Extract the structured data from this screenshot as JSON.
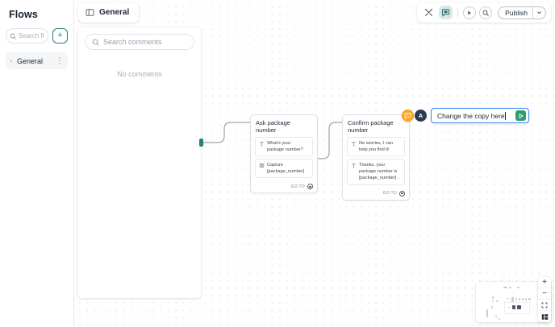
{
  "sidebar": {
    "title": "Flows",
    "search_placeholder": "Search flo",
    "add_label": "+",
    "items": [
      {
        "label": "General",
        "chevron": "›",
        "menu": "⋮"
      }
    ]
  },
  "flow_tab": {
    "label": "General",
    "icon": "panel-icon"
  },
  "toolbar": {
    "tools_icon": "tools-icon",
    "comments_icon": "comment-icon",
    "play_icon": "play-icon",
    "search_icon": "search-icon",
    "publish_label": "Publish",
    "publish_caret": "˅"
  },
  "comments_panel": {
    "search_placeholder": "Search comments",
    "empty_text": "No comments"
  },
  "nodes": [
    {
      "title": "Ask package number",
      "cards": [
        {
          "icon": "text-icon",
          "text": "What's your package number?"
        },
        {
          "icon": "capture-icon",
          "text": "Capture [package_number]"
        }
      ],
      "footer_label": "GO TO"
    },
    {
      "title": "Confirm package number",
      "badge": "comment-add-icon",
      "cards": [
        {
          "icon": "text-icon",
          "text": "No worries, I can help you find it!"
        },
        {
          "icon": "text-icon",
          "text": "Thanks, your package number is [package_number] ."
        }
      ],
      "footer_label": "GO TO"
    }
  ],
  "composer": {
    "avatar_initial": "A",
    "value": "Change the copy here",
    "send_icon": "send-icon"
  },
  "minimap": {
    "zoom_in": "+",
    "zoom_out": "−",
    "fit_icon": "fit-screen-icon",
    "layout_icon": "layout-panel-icon"
  },
  "colors": {
    "accent_teal": "#2a7f7a",
    "badge_orange": "#f5a623",
    "composer_border": "#3d8bf0",
    "send_green": "#2f9e6e"
  }
}
